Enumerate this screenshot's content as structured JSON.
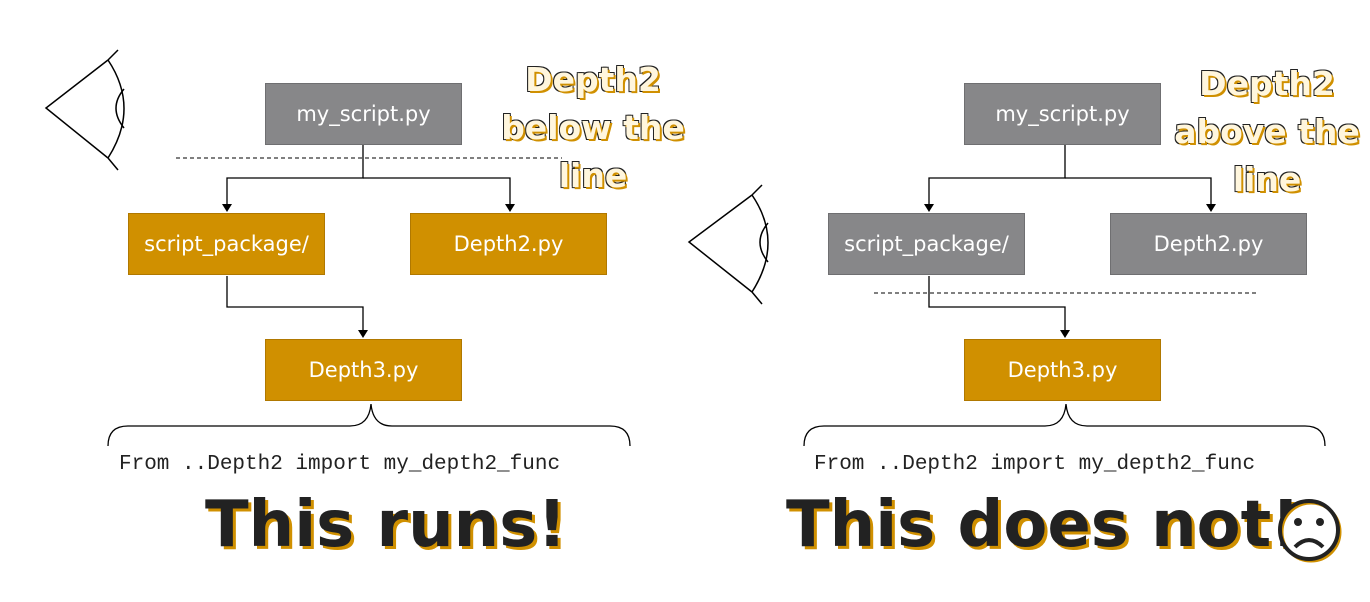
{
  "left": {
    "top_box": "my_script.py",
    "pkg_box": "script_package/",
    "depth2_box": "Depth2.py",
    "depth3_box": "Depth3.py",
    "annotation": [
      "Depth2",
      "below the",
      "line"
    ],
    "code": "From ..Depth2 import my_depth2_func",
    "result": "This runs!"
  },
  "right": {
    "top_box": "my_script.py",
    "pkg_box": "script_package/",
    "depth2_box": "Depth2.py",
    "depth3_box": "Depth3.py",
    "annotation": [
      "Depth2",
      "above the",
      "line"
    ],
    "code": "From ..Depth2 import my_depth2_func",
    "result": "This does not!",
    "result_icon": "frowning-face-icon"
  },
  "colors": {
    "gray_box": "#878789",
    "gold_box": "#d09000",
    "text_dark": "#222222"
  }
}
